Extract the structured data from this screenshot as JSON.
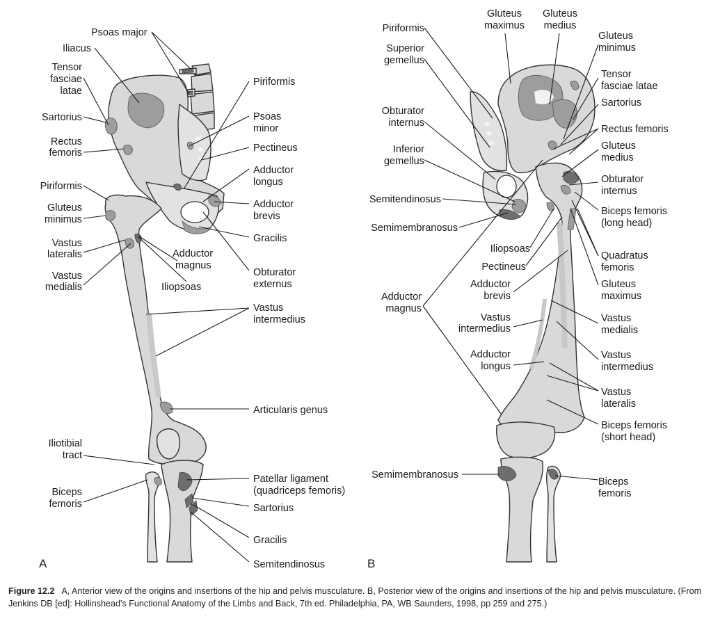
{
  "panel_a": {
    "letter": "A",
    "labels": {
      "psoas_major": "Psoas major",
      "iliacus": "Iliacus",
      "tensor_1": "Tensor",
      "tensor_2": "fasciae",
      "tensor_3": "latae",
      "sartorius": "Sartorius",
      "rectus_1": "Rectus",
      "rectus_2": "femoris",
      "piriformis": "Piriformis",
      "gluteus_min_1": "Gluteus",
      "gluteus_min_2": "minimus",
      "vastus_lat_1": "Vastus",
      "vastus_lat_2": "lateralis",
      "vastus_med_1": "Vastus",
      "vastus_med_2": "medialis",
      "iliotibial_1": "Iliotibial",
      "iliotibial_2": "tract",
      "biceps_1": "Biceps",
      "biceps_2": "femoris",
      "piriformis_r": "Piriformis",
      "psoas_minor_1": "Psoas",
      "psoas_minor_2": "minor",
      "pectineus": "Pectineus",
      "add_longus_1": "Adductor",
      "add_longus_2": "longus",
      "add_brevis_1": "Adductor",
      "add_brevis_2": "brevis",
      "gracilis": "Gracilis",
      "add_magnus_1": "Adductor",
      "add_magnus_2": "magnus",
      "obt_ext_1": "Obturator",
      "obt_ext_2": "externus",
      "iliopsoas": "Iliopsoas",
      "vastus_int_1": "Vastus",
      "vastus_int_2": "intermedius",
      "articularis": "Articularis genus",
      "patellar_1": "Patellar ligament",
      "patellar_2": "(quadriceps femoris)",
      "sartorius_low": "Sartorius",
      "gracilis_low": "Gracilis",
      "semitendinosus": "Semitendinosus"
    }
  },
  "panel_b": {
    "letter": "B",
    "labels": {
      "gmax_1": "Gluteus",
      "gmax_2": "maximus",
      "gmed_1": "Gluteus",
      "gmed_2": "medius",
      "piriformis": "Piriformis",
      "sup_gem_1": "Superior",
      "sup_gem_2": "gemellus",
      "obt_int_1": "Obturator",
      "obt_int_2": "internus",
      "inf_gem_1": "Inferior",
      "inf_gem_2": "gemellus",
      "semitendinosus": "Semitendinosus",
      "semimembranosus": "Semimembranosus",
      "add_mag_1": "Adductor",
      "add_mag_2": "magnus",
      "iliopsoas": "Iliopsoas",
      "pectineus": "Pectineus",
      "add_brev_1": "Adductor",
      "add_brev_2": "brevis",
      "vint_1": "Vastus",
      "vint_2": "intermedius",
      "add_long_1": "Adductor",
      "add_long_2": "longus",
      "semimem_low": "Semimembranosus",
      "gmin_1": "Gluteus",
      "gmin_2": "minimus",
      "tensor_1": "Tensor",
      "tensor_2": "fasciae latae",
      "sartorius": "Sartorius",
      "rectus": "Rectus femoris",
      "gmed_r_1": "Gluteus",
      "gmed_r_2": "medius",
      "obt_int_r_1": "Obturator",
      "obt_int_r_2": "internus",
      "bf_long_1": "Biceps femoris",
      "bf_long_2": "(long head)",
      "quad_1": "Quadratus",
      "quad_2": "femoris",
      "gmax_r_1": "Gluteus",
      "gmax_r_2": "maximus",
      "vmed_1": "Vastus",
      "vmed_2": "medialis",
      "vint_r_1": "Vastus",
      "vint_r_2": "intermedius",
      "vlat_1": "Vastus",
      "vlat_2": "lateralis",
      "bf_short_1": "Biceps femoris",
      "bf_short_2": "(short head)",
      "bf_low_1": "Biceps",
      "bf_low_2": "femoris"
    }
  },
  "caption": {
    "figure": "Figure 12.2",
    "line": "A, Anterior view of the origins and insertions of the hip and pelvis musculature. B, Posterior view of the origins and insertions of the hip and pelvis musculature. (From Jenkins DB [ed]: Hollinshead's Functional Anatomy of the Limbs and Back, 7th ed. Philadelphia, PA, WB Saunders, 1998, pp 259 and 275.)"
  }
}
